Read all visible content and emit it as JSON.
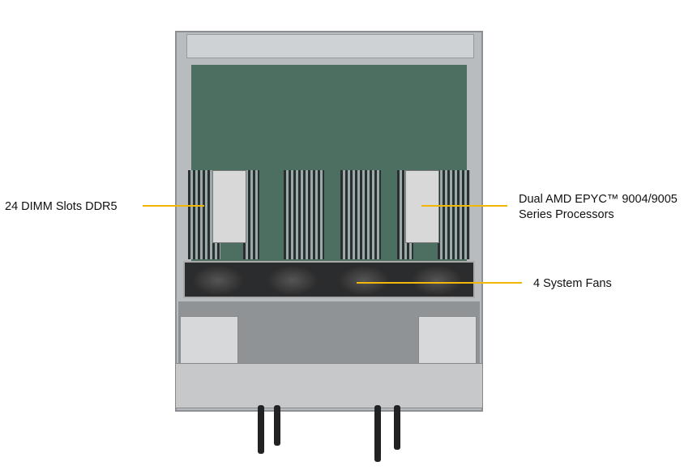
{
  "callouts": {
    "dimm": "24 DIMM Slots DDR5",
    "processors_line1": "Dual AMD EPYC™ 9004/9005",
    "processors_line2": "Series Processors",
    "fans": "4 System Fans"
  },
  "colors": {
    "callout_line": "#f2b705"
  }
}
